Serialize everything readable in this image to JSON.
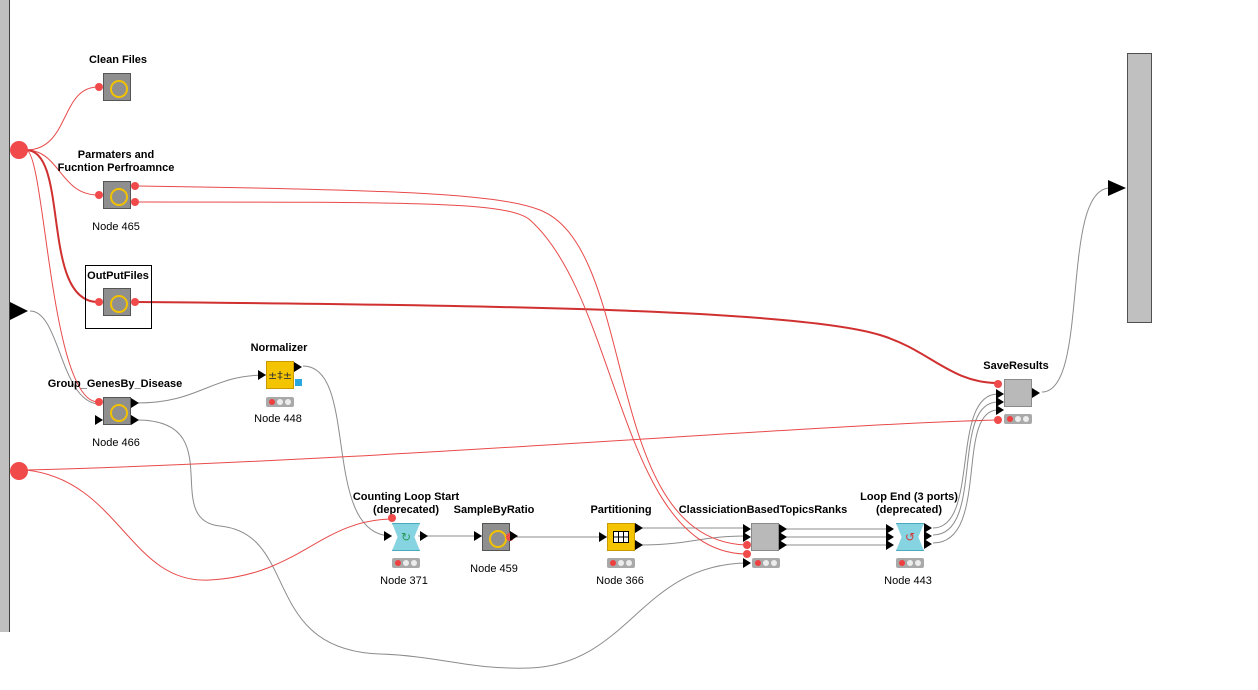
{
  "workflow": {
    "nodes": [
      {
        "id": "clean_files",
        "title": "Clean Files",
        "sub": ""
      },
      {
        "id": "parmaters",
        "title": "Parmaters and\nFucntion Perfroamnce",
        "sub": "Node 465"
      },
      {
        "id": "output_files",
        "title": "OutPutFiles",
        "sub": ""
      },
      {
        "id": "group_genes",
        "title": "Group_GenesBy_Disease",
        "sub": "Node 466"
      },
      {
        "id": "normalizer",
        "title": "Normalizer",
        "sub": "Node 448"
      },
      {
        "id": "counting_loop",
        "title": "Counting Loop Start\n(deprecated)",
        "sub": "Node 371"
      },
      {
        "id": "sample_by_ratio",
        "title": "SampleByRatio",
        "sub": "Node 459"
      },
      {
        "id": "partitioning",
        "title": "Partitioning",
        "sub": "Node 366"
      },
      {
        "id": "classiciation",
        "title": "ClassiciationBasedTopicsRanks",
        "sub": ""
      },
      {
        "id": "loop_end",
        "title": "Loop End (3 ports)\n(deprecated)",
        "sub": "Node 443"
      },
      {
        "id": "save_results",
        "title": "SaveResults",
        "sub": ""
      }
    ]
  },
  "colors": {
    "flow_variable": "#e84a4a",
    "data_port": "#000000",
    "connection_grey": "#8c8c8c",
    "meta_node": "#8f8f8f",
    "manipulator": "#f5c400",
    "loop": "#86d4e2",
    "component": "#b9b9b9"
  },
  "icons": {
    "meta": "metanode-ring-icon",
    "normalizer": "normalizer-icon",
    "loop_start": "loop-start-icon",
    "partitioning": "partitioning-icon",
    "loop_end": "loop-end-icon"
  }
}
